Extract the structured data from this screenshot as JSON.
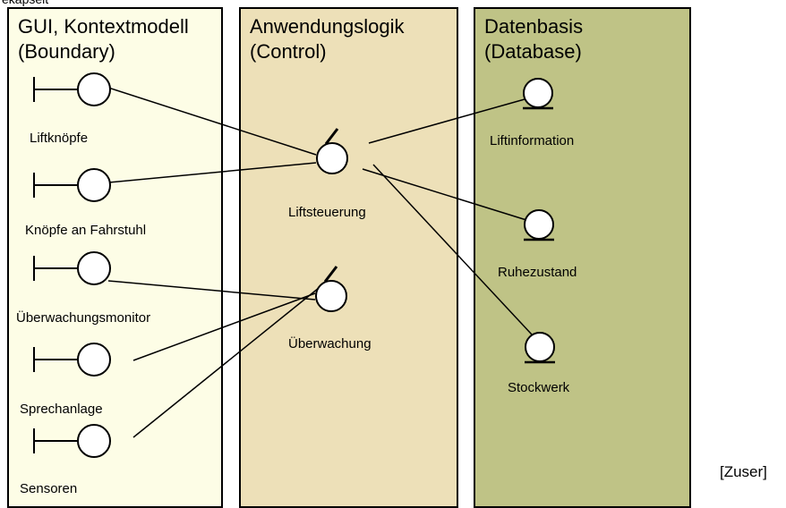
{
  "header_fragment": "ekapselt",
  "lanes": {
    "boundary": {
      "title": "GUI, Kontextmodell\n(Boundary)"
    },
    "control": {
      "title": "Anwendungslogik\n(Control)"
    },
    "entity": {
      "title": "Datenbasis\n(Database)"
    }
  },
  "boundary_objects": [
    "Liftknöpfe",
    "Knöpfe an Fahrstuhl",
    "Überwachungsmonitor",
    "Sprechanlage",
    "Sensoren"
  ],
  "control_objects": [
    "Liftsteuerung",
    "Überwachung"
  ],
  "entity_objects": [
    "Liftinformation",
    "Ruhezustand",
    "Stockwerk"
  ],
  "connections": [
    [
      "Liftknöpfe",
      "Liftsteuerung"
    ],
    [
      "Knöpfe an Fahrstuhl",
      "Liftsteuerung"
    ],
    [
      "Überwachungsmonitor",
      "Überwachung"
    ],
    [
      "Sprechanlage",
      "Überwachung"
    ],
    [
      "Sensoren",
      "Überwachung"
    ],
    [
      "Liftsteuerung",
      "Liftinformation"
    ],
    [
      "Liftsteuerung",
      "Ruhezustand"
    ],
    [
      "Liftsteuerung",
      "Stockwerk"
    ]
  ],
  "side_note": "[Zuser]"
}
